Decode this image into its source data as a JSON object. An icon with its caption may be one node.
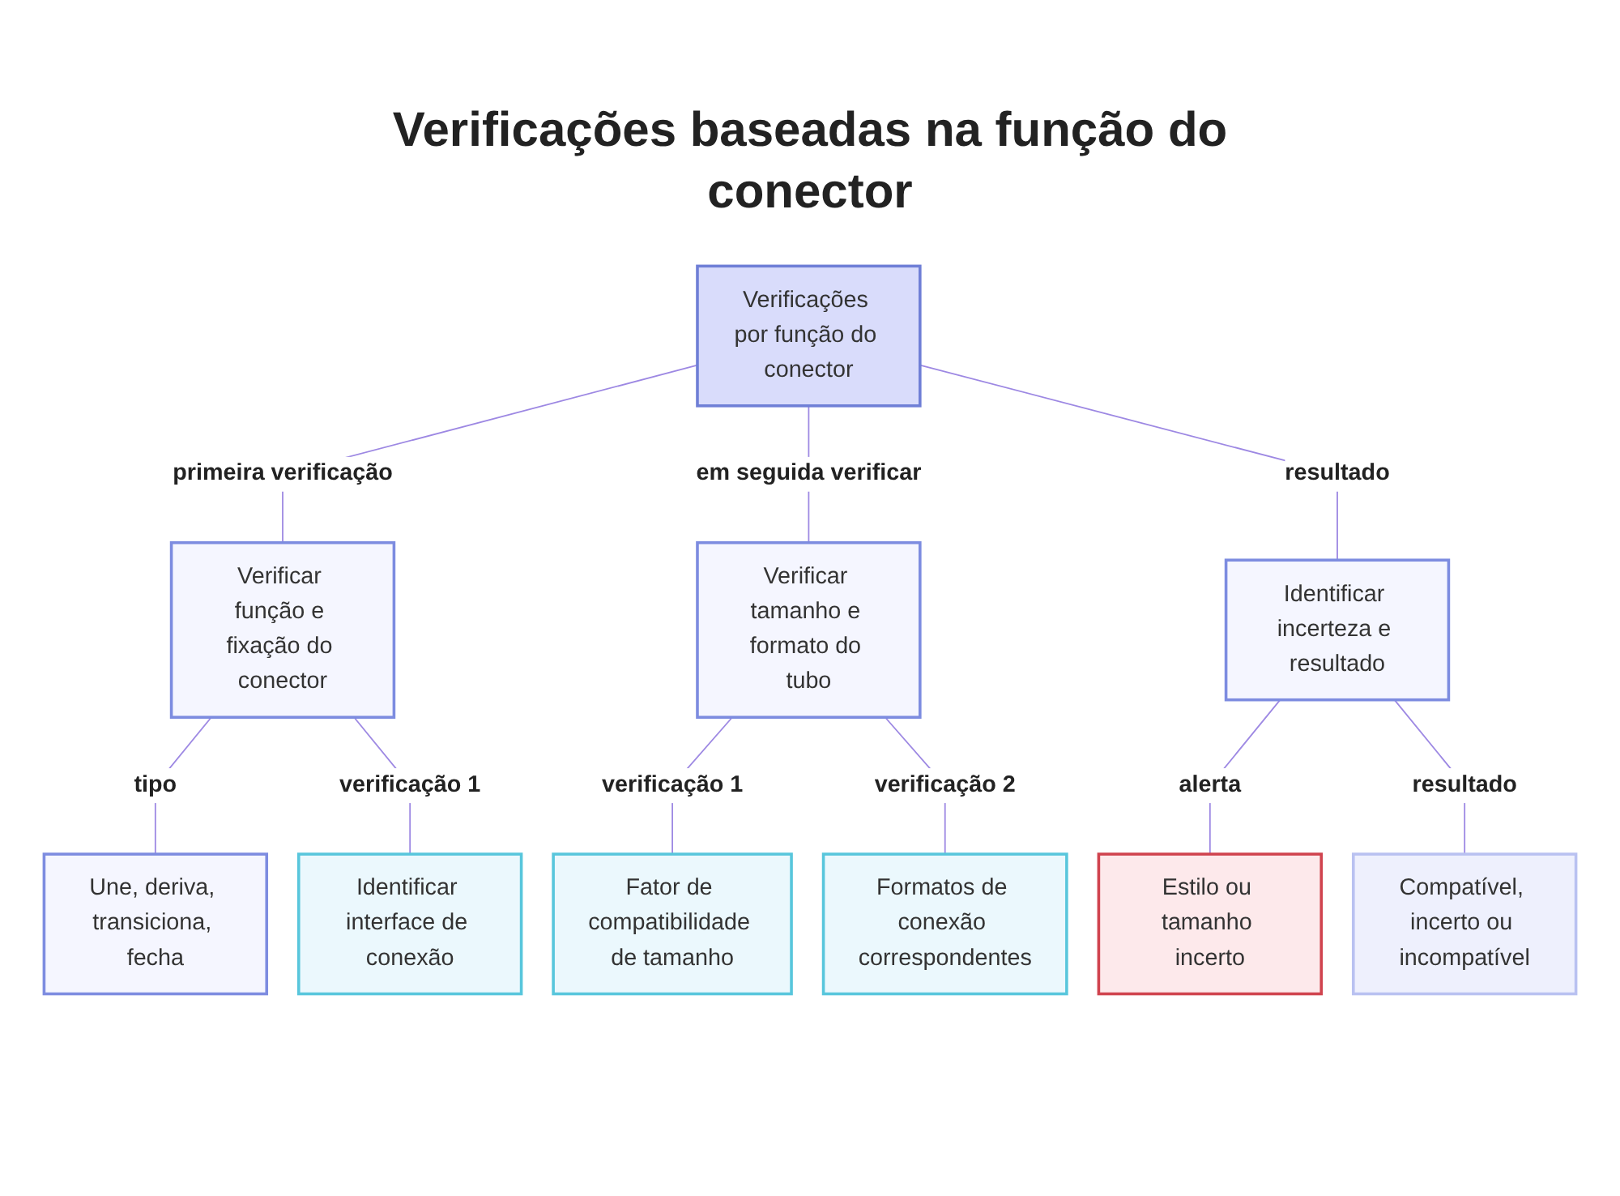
{
  "diagram": {
    "title": "Verificações baseadas na função do conector",
    "nodes": [
      {
        "text": [
          "Verificações por função do conector"
        ]
      },
      {
        "text": [
          "Verificar função e fixação do conector"
        ]
      },
      {
        "text": [
          "Verificar tamanho e formato do tubo"
        ]
      },
      {
        "text": [
          "Identificar incerteza e resultado"
        ]
      },
      {
        "text": [
          "Une, deriva, transiciona, fecha"
        ]
      },
      {
        "text": [
          "Identificar interface de conexão"
        ]
      },
      {
        "text": [
          "Fator de compatibilidade de tamanho"
        ]
      },
      {
        "text": [
          "Formatos de conexão correspondentes"
        ]
      },
      {
        "text": [
          "Estilo ou tamanho incerto"
        ]
      },
      {
        "text": [
          "Compatível, incerto ou incompatível"
        ]
      }
    ],
    "edges": [
      {
        "from": 0,
        "to": 1,
        "arrow": "none",
        "label": "primeira verificação"
      },
      {
        "from": 0,
        "to": 2,
        "arrow": "none",
        "label": "em seguida verificar"
      },
      {
        "from": 0,
        "to": 3,
        "arrow": "none",
        "label": "resultado"
      },
      {
        "from": 1,
        "to": 4,
        "arrow": "none",
        "label": "tipo"
      },
      {
        "from": 1,
        "to": 5,
        "arrow": "none",
        "label": "verificação 1"
      },
      {
        "from": 2,
        "to": 6,
        "arrow": "none",
        "label": "verificação 1"
      },
      {
        "from": 2,
        "to": 7,
        "arrow": "none",
        "label": "verificação 2"
      },
      {
        "from": 3,
        "to": 8,
        "arrow": "none",
        "label": "alerta"
      },
      {
        "from": 3,
        "to": 9,
        "arrow": "none",
        "label": "resultado"
      }
    ]
  }
}
